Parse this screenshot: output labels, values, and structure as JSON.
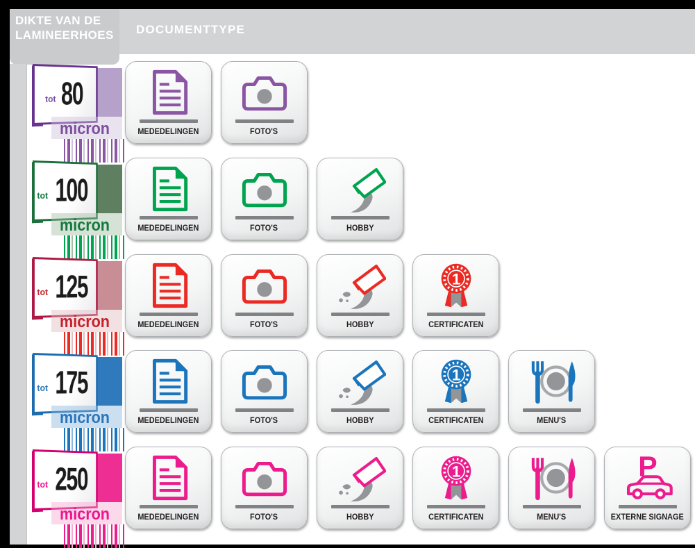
{
  "header": {
    "row_title_line1": "DIKTE VAN DE",
    "row_title_line2": "LAMINEERHOES",
    "column_title": "DOCUMENTTYPE"
  },
  "pouch_labels": {
    "prefix": "tot",
    "unit": "micron"
  },
  "certificate_badge_number": "1",
  "parking_letter": "P",
  "doc_types": {
    "mededelingen": {
      "label": "MEDEDELINGEN",
      "icon": "document-icon"
    },
    "fotos": {
      "label": "FOTO'S",
      "icon": "camera-icon"
    },
    "hobby": {
      "label": "HOBBY",
      "icon": "paintbrush-icon"
    },
    "certificaten": {
      "label": "CERTIFICATEN",
      "icon": "award-ribbon-icon"
    },
    "menus": {
      "label": "MENU'S",
      "icon": "dining-icon"
    },
    "externe_signage": {
      "label": "EXTERNE SIGNAGE",
      "icon": "parking-icon"
    }
  },
  "rows": [
    {
      "max_micron": "80",
      "droplets": false,
      "doc_types": [
        "mededelingen",
        "fotos"
      ],
      "colors": {
        "accent": "#8a55a3",
        "dark": "#67338f",
        "pouch": "#b5a1c9",
        "tint": "#cfc2dc",
        "text": "#7c4ea0"
      }
    },
    {
      "max_micron": "100",
      "droplets": false,
      "doc_types": [
        "mededelingen",
        "fotos",
        "hobby"
      ],
      "colors": {
        "accent": "#00a44f",
        "dark": "#1d6f3b",
        "pouch": "#5e8061",
        "tint": "#a3bfa5",
        "text": "#127a3e"
      }
    },
    {
      "max_micron": "125",
      "droplets": true,
      "doc_types": [
        "mededelingen",
        "fotos",
        "hobby",
        "certificaten"
      ],
      "colors": {
        "accent": "#ea2a23",
        "dark": "#ac1a45",
        "pouch": "#c98e95",
        "tint": "#e3bdc0",
        "text": "#c5222b"
      }
    },
    {
      "max_micron": "175",
      "droplets": true,
      "doc_types": [
        "mededelingen",
        "fotos",
        "hobby",
        "certificaten",
        "menus"
      ],
      "colors": {
        "accent": "#1b75bc",
        "dark": "#1d6cb0",
        "pouch": "#2e7abd",
        "tint": "#8cb8dd",
        "text": "#2a76bc"
      }
    },
    {
      "max_micron": "250",
      "droplets": true,
      "doc_types": [
        "mededelingen",
        "fotos",
        "hobby",
        "certificaten",
        "menus",
        "externe_signage"
      ],
      "colors": {
        "accent": "#ec1c8d",
        "dark": "#d4006f",
        "pouch": "#ee2e92",
        "tint": "#f9a8d2",
        "text": "#ec158c"
      }
    }
  ],
  "theme": {
    "frame": "#000000",
    "page_bg": "#ffffff",
    "header_bg": "#d2d3d5",
    "header_box_bg": "#c9cbcd",
    "header_text": "#ffffff",
    "side_band": "#d2d4d5",
    "tile_divider": "#808285",
    "tile_label_text": "#231f20",
    "icon_gray": "#939598",
    "icon_gray_light": "#a7a9ac"
  }
}
